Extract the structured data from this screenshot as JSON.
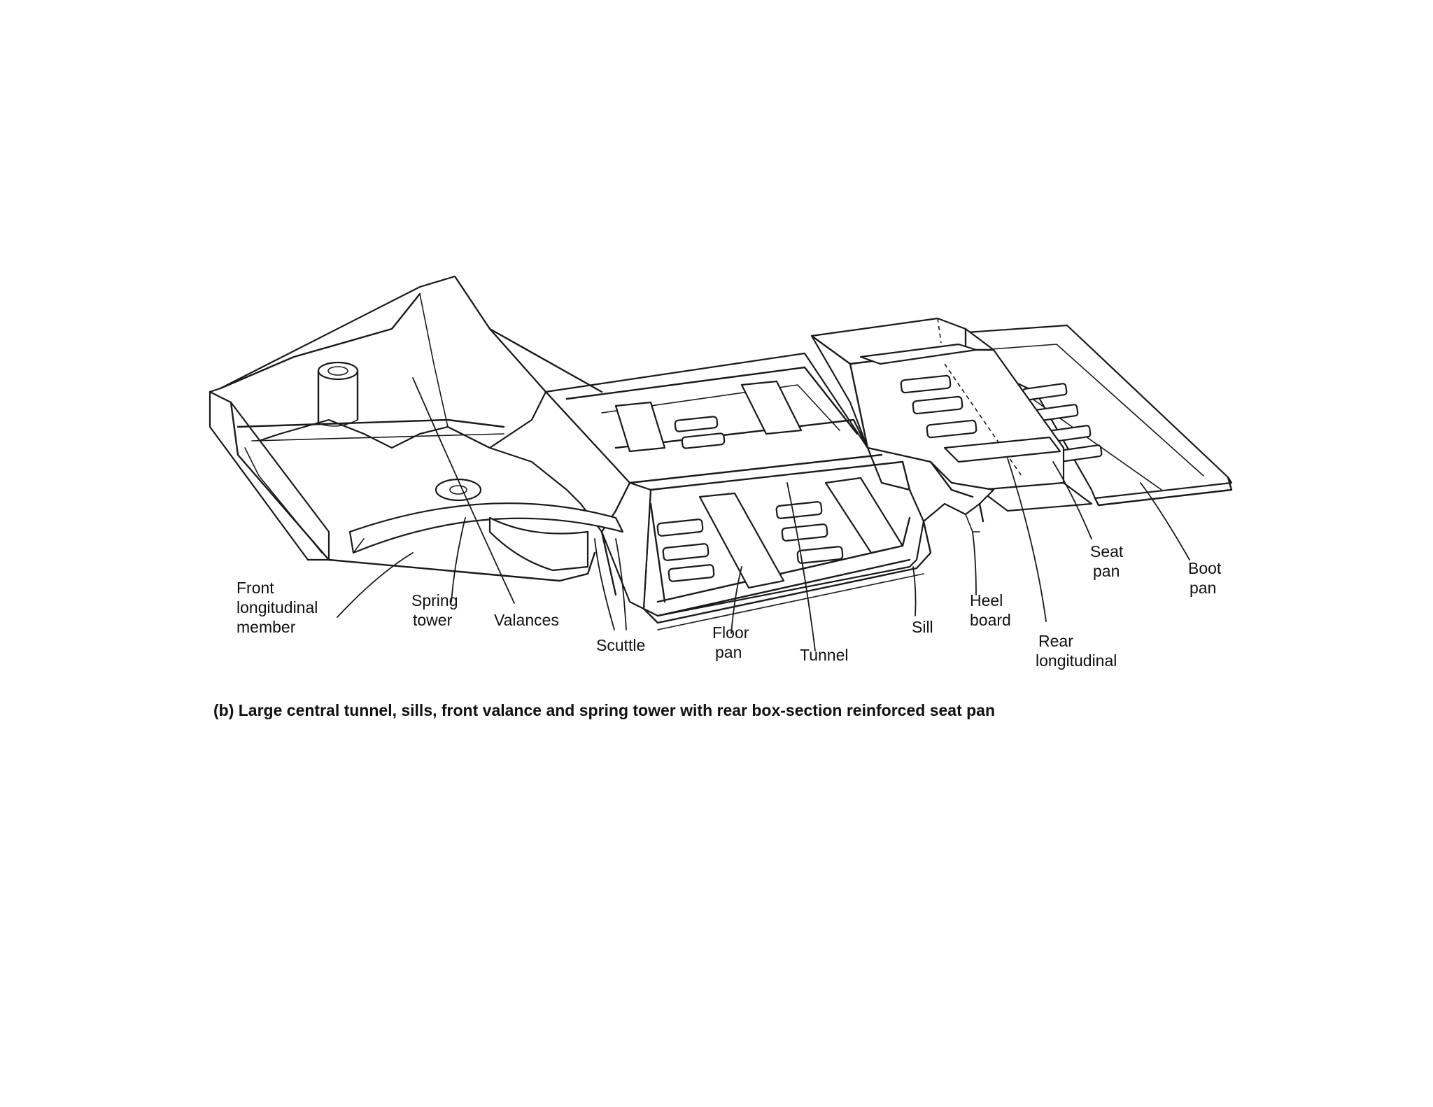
{
  "labels": {
    "front_longitudinal_member": [
      "Front",
      "longitudinal",
      "member"
    ],
    "spring_tower": [
      "Spring",
      "tower"
    ],
    "valances": "Valances",
    "scuttle": "Scuttle",
    "floor_pan": [
      "Floor",
      "pan"
    ],
    "tunnel": "Tunnel",
    "sill": "Sill",
    "heel_board": [
      "Heel",
      "board"
    ],
    "rear_longitudinal": [
      "Rear",
      "longitudinal"
    ],
    "seat_pan": [
      "Seat",
      "pan"
    ],
    "boot_pan": [
      "Boot",
      "pan"
    ]
  },
  "caption": "(b)  Large central tunnel, sills, front valance and spring tower with rear box-section reinforced seat pan"
}
